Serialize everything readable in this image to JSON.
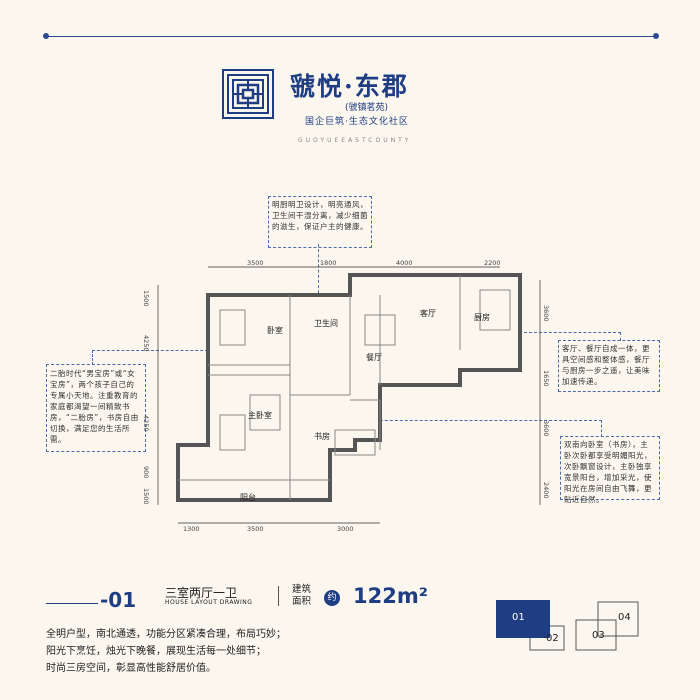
{
  "header": {
    "brand_title": "虢悦·东郡",
    "brand_subtitle": "(虢镇茗苑)",
    "brand_tagline": "国企巨筑·生态文化社区",
    "brand_english": "GUOYUEEASTCOUNTY"
  },
  "notes": {
    "top": "明厨明卫设计，明亮通风，卫生间干湿分离，减少细菌的滋生，保证户主的健康。",
    "left": "二胎时代“男宝房”或“女宝房”，两个孩子自己的专属小天地。注重教育的家庭都渴望一间精致书房，“二胎房”，书房自由切换，满足您的生活所需。",
    "right_top": "客厅、餐厅自成一体，更具空间感和整体感，餐厅与厨房一步之遥，让美味加速传递。",
    "right_bottom": "双南向卧室（书房），主卧次卧都享受明媚阳光，次卧飘窗设计，主卧独享宽景阳台，增加采光，使阳光在房间自由飞舞，更贴近自然。"
  },
  "plan": {
    "rooms": {
      "bedroom": "卧室",
      "bathroom": "卫生间",
      "living": "客厅",
      "kitchen": "厨房",
      "dining": "餐厅",
      "master": "主卧室",
      "study": "书房",
      "balcony": "阳台"
    },
    "dims_top": [
      "3500",
      "1800",
      "4000",
      "2200"
    ],
    "dims_bottom": [
      "1300",
      "3500",
      "3000"
    ],
    "dims_left": [
      "1500",
      "4250",
      "4250",
      "900",
      "1500"
    ],
    "dims_right": [
      "3600",
      "1650",
      "3600",
      "2400"
    ]
  },
  "footer": {
    "number": "-01",
    "type": "三室两厅一卫",
    "type_en": "HOUSE LAYOUT DRAWING",
    "area_label_1": "建筑",
    "area_label_2": "面积",
    "approx": "约",
    "area_value": "122m²",
    "description_lines": [
      "全明户型，南北通透，功能分区紧凑合理，布局巧妙；",
      "阳光下烹饪，烛光下晚餐，展现生活每一处细节；",
      "时尚三房空间，彰显高性能舒居价值。"
    ]
  },
  "keyplan": {
    "units": [
      "01",
      "02",
      "03",
      "04"
    ],
    "highlight_color": "#1e3d83"
  }
}
